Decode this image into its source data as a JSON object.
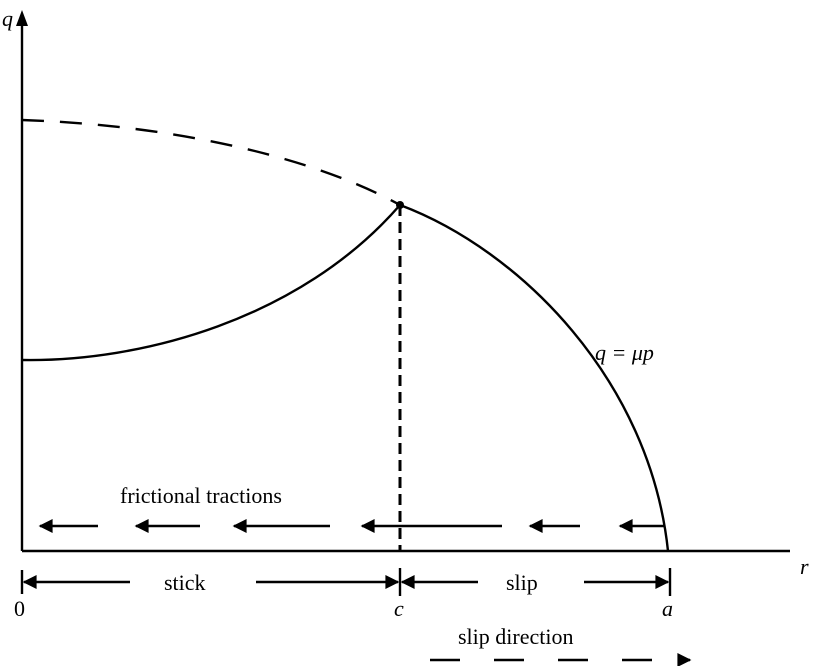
{
  "labels": {
    "q_axis": "q",
    "r_axis": "r",
    "origin": "0",
    "c": "c",
    "a": "a",
    "curve": "q = μp",
    "frictional": "frictional tractions",
    "stick": "stick",
    "slip": "slip",
    "slip_direction": "slip direction"
  },
  "colors": {
    "ink": "#000000",
    "background": "#ffffff"
  }
}
